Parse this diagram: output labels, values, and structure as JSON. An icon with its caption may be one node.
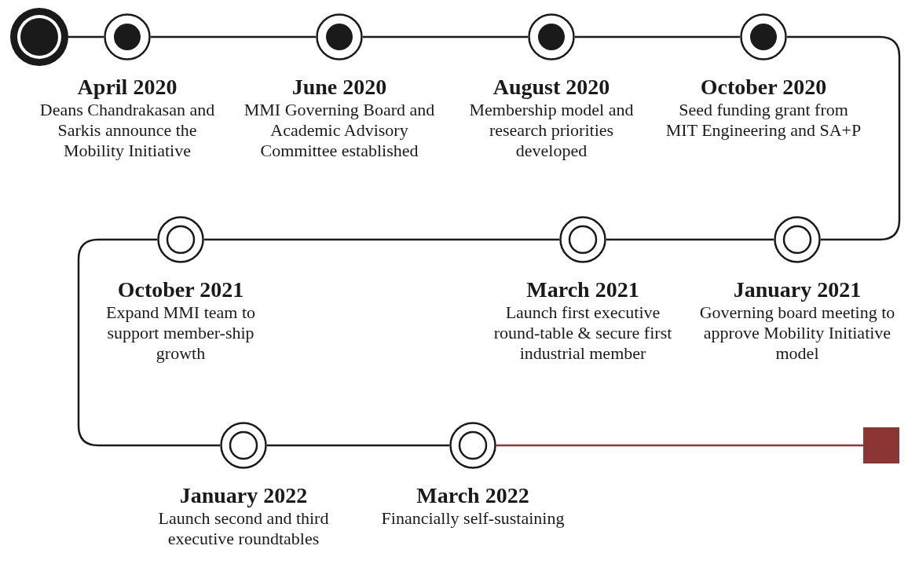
{
  "diagram": {
    "nodes": [
      {
        "text": [],
        "shape": "circle"
      },
      {
        "text": [],
        "shape": "circle",
        "beside": [
          "April 2020",
          "Deans Chandrakasan and Sarkis announce the Mobility Initiative"
        ]
      },
      {
        "text": [],
        "shape": "circle",
        "beside": [
          "June 2020",
          "MMI Governing Board and Academic Advisory Committee established"
        ]
      },
      {
        "text": [],
        "shape": "circle",
        "beside": [
          "August 2020",
          "Membership model and research priorities developed"
        ]
      },
      {
        "text": [],
        "shape": "circle",
        "beside": [
          "October 2020",
          "Seed funding grant from MIT Engineering and SA+P"
        ]
      },
      {
        "text": [],
        "shape": "circle",
        "beside": [
          "January 2021",
          "Governing board meeting to approve Mobility Initiative model"
        ]
      },
      {
        "text": [],
        "shape": "circle",
        "beside": [
          "March 2021",
          "Launch first executive round-table & secure first industrial member"
        ]
      },
      {
        "text": [],
        "shape": "circle",
        "beside": [
          "October 2021",
          "Expand MMI team to support member-ship growth"
        ]
      },
      {
        "text": [],
        "shape": "circle",
        "beside": [
          "January 2022",
          "Launch second and third executive roundtables"
        ]
      },
      {
        "text": [],
        "shape": "circle",
        "beside": [
          "March 2022",
          "Financially self-sustaining"
        ]
      },
      {
        "text": [],
        "shape": "box"
      }
    ],
    "edges": [
      {
        "from": 0,
        "to": 1,
        "arrow": "none"
      },
      {
        "from": 1,
        "to": 2,
        "arrow": "none"
      },
      {
        "from": 2,
        "to": 3,
        "arrow": "none"
      },
      {
        "from": 3,
        "to": 4,
        "arrow": "none"
      },
      {
        "from": 4,
        "to": 5,
        "arrow": "none"
      },
      {
        "from": 5,
        "to": 6,
        "arrow": "none"
      },
      {
        "from": 6,
        "to": 7,
        "arrow": "none"
      },
      {
        "from": 7,
        "to": 8,
        "arrow": "none"
      },
      {
        "from": 8,
        "to": 9,
        "arrow": "none"
      },
      {
        "from": 9,
        "to": 10,
        "arrow": "none",
        "color": "#8b3535"
      }
    ]
  }
}
